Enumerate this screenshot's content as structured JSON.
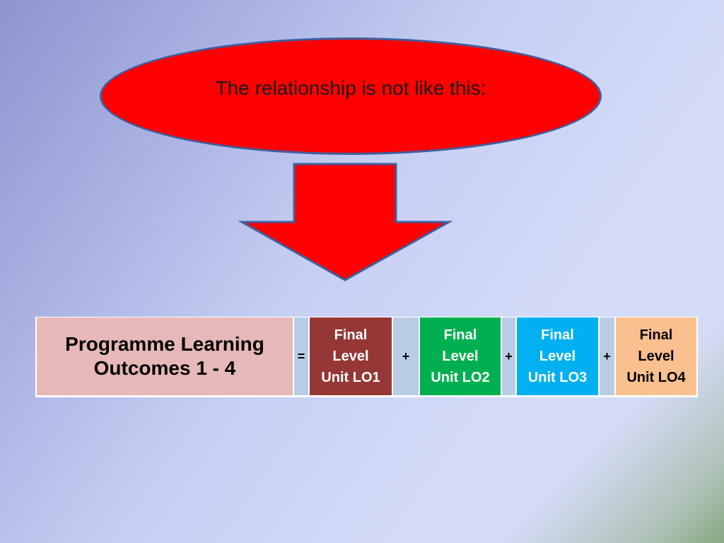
{
  "callout": {
    "text": "The relationship is not like this:"
  },
  "table": {
    "main": {
      "line1": "Programme Learning",
      "line2": "Outcomes 1 - 4"
    },
    "cells": [
      {
        "kind": "op",
        "text": "="
      },
      {
        "kind": "unit",
        "line1": "Final",
        "line2": "Level",
        "line3": "Unit LO1",
        "color": "#953735",
        "textColor": "#ffffff"
      },
      {
        "kind": "op",
        "text": "+"
      },
      {
        "kind": "unit",
        "line1": "Final",
        "line2": "Level",
        "line3": "Unit LO2",
        "color": "#00b050",
        "textColor": "#ffffff"
      },
      {
        "kind": "op",
        "text": "+"
      },
      {
        "kind": "unit",
        "line1": "Final",
        "line2": "Level",
        "line3": "Unit LO3",
        "color": "#00b0f0",
        "textColor": "#ffffff"
      },
      {
        "kind": "op",
        "text": "+"
      },
      {
        "kind": "unit",
        "line1": "Final",
        "line2": "Level",
        "line3": "Unit LO4",
        "color": "#fac090",
        "textColor": "#000000"
      }
    ]
  },
  "colors": {
    "callout_fill": "#ff0000",
    "callout_border": "#3f5f9f",
    "arrow_fill": "#ff0000"
  }
}
